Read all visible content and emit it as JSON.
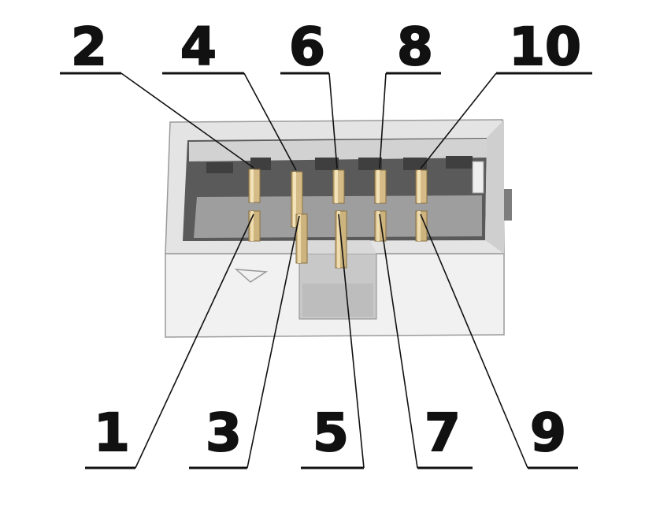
{
  "diagram": {
    "top_row_labels": [
      "2",
      "4",
      "6",
      "8",
      "10"
    ],
    "bottom_row_labels": [
      "1",
      "3",
      "5",
      "7",
      "9"
    ],
    "colors": {
      "housing": "#e2e2e2",
      "housing_shadow": "#6b6b6b",
      "pin_gold": "#d4bb88",
      "pin_highlight": "#f2e2b8",
      "label": "#111111"
    }
  }
}
